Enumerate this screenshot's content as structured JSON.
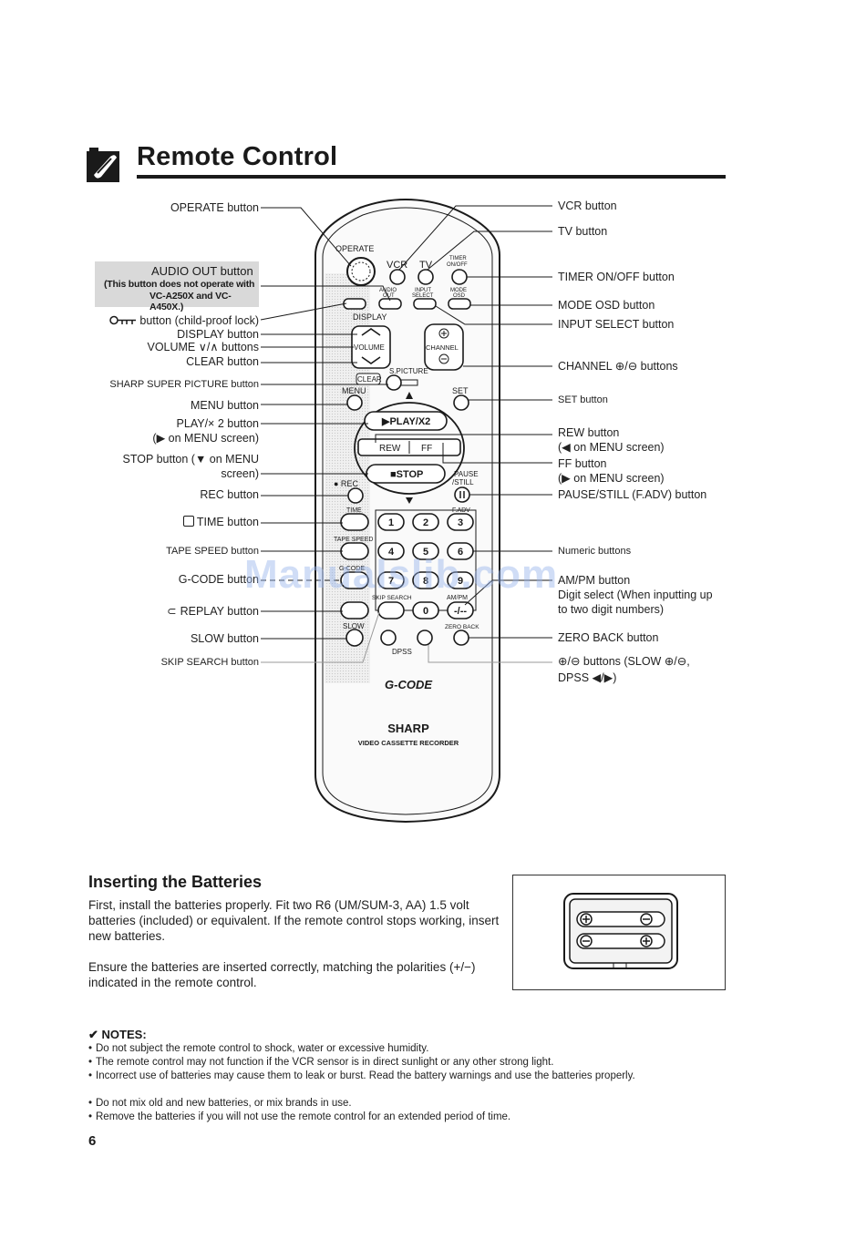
{
  "header": {
    "title": "Remote Control"
  },
  "diagram": {
    "left_labels": {
      "operate": "OPERATE button",
      "audio_out": "AUDIO OUT button",
      "audio_out_note_1": "(This button does not operate with",
      "audio_out_note_2": "VC-A250X and VC-A450X.)",
      "child_lock": "button (child-proof lock)",
      "display": "DISPLAY button",
      "volume": "VOLUME ∨/∧ buttons",
      "clear": "CLEAR button",
      "super_picture": "SHARP SUPER PICTURE button",
      "menu": "MENU button",
      "play_1": "PLAY/× 2 button",
      "play_2": "(▶ on MENU screen)",
      "stop_1": "STOP button (▼ on MENU",
      "stop_2": "screen)",
      "rec": "REC button",
      "time": "TIME button",
      "tape_speed": "TAPE SPEED button",
      "gcode": "G-CODE button",
      "replay": "REPLAY button",
      "slow": "SLOW button",
      "skip_search": "SKIP SEARCH button"
    },
    "right_labels": {
      "vcr": "VCR button",
      "tv": "TV button",
      "timer": "TIMER ON/OFF button",
      "mode_osd": "MODE OSD button",
      "input_select": "INPUT SELECT button",
      "channel": "CHANNEL ⊕/⊖ buttons",
      "set": "SET button",
      "rew_1": "REW button",
      "rew_2": "(◀ on MENU screen)",
      "ff_1": "FF button",
      "ff_2": "(▶ on MENU screen)",
      "pause": "PAUSE/STILL (F.ADV) button",
      "numeric": "Numeric buttons",
      "ampm": "AM/PM button",
      "digit_1": "Digit select (When inputting up",
      "digit_2": "to two digit numbers)",
      "zero_back": "ZERO BACK button",
      "plus_minus_1": "⊕/⊖ buttons (SLOW ⊕/⊖,",
      "plus_minus_2": "DPSS ◀/▶)"
    },
    "remote_text": {
      "operate": "OPERATE",
      "vcr": "VCR",
      "tv": "TV",
      "timer_1": "TIMER",
      "timer_2": "ON/OFF",
      "audio_1": "AUDIO",
      "audio_2": "OUT",
      "input_1": "INPUT",
      "input_2": "SELECT",
      "mode_1": "MODE",
      "mode_2": "OSD",
      "display": "DISPLAY",
      "volume": "VOLUME",
      "channel": "CHANNEL",
      "clear": "CLEAR",
      "spicture": "S.PICTURE",
      "menu": "MENU",
      "set": "SET",
      "play": "▶PLAY/X2",
      "rew": "REW",
      "ff": "FF",
      "stop": "■STOP",
      "pause_1": "PAUSE",
      "pause_2": "/STILL",
      "rec": "● REC",
      "time": "TIME",
      "fadv": "F.ADV",
      "tape_speed": "TAPE SPEED",
      "gcode_small": "G-CODE",
      "skip_search": "SKIP SEARCH",
      "ampm": "AM/PM",
      "slow": "SLOW",
      "zero_back": "ZERO BACK",
      "dpss": "DPSS",
      "num_1": "1",
      "num_2": "2",
      "num_3": "3",
      "num_4": "4",
      "num_5": "5",
      "num_6": "6",
      "num_7": "7",
      "num_8": "8",
      "num_9": "9",
      "num_0": "0",
      "digit_sel": "-/--",
      "brand_logo": "G-CODE",
      "brand": "SHARP",
      "product": "VIDEO CASSETTE RECORDER"
    },
    "watermark": "Manualslib.com"
  },
  "batteries": {
    "title": "Inserting the Batteries",
    "para1": "First, install the batteries properly. Fit two R6 (UM/SUM-3, AA) 1.5 volt batteries (included) or equivalent. If the remote control stops working, insert new batteries.",
    "para2": "Ensure the batteries are inserted correctly, matching the polarities (+/−) indicated in the remote control."
  },
  "notes": {
    "title": "NOTES:",
    "items": [
      "Do not subject the remote control to shock, water or excessive humidity.",
      "The remote control may not function if the VCR sensor is in direct sunlight or any other strong light.",
      "Incorrect use of batteries may cause them to leak or burst. Read the battery warnings and use the batteries properly.",
      "Do not mix old and new batteries, or mix brands in use.",
      "Remove the batteries if you will not use the remote control for an extended period of time."
    ]
  },
  "footer": {
    "page_number": "6"
  }
}
